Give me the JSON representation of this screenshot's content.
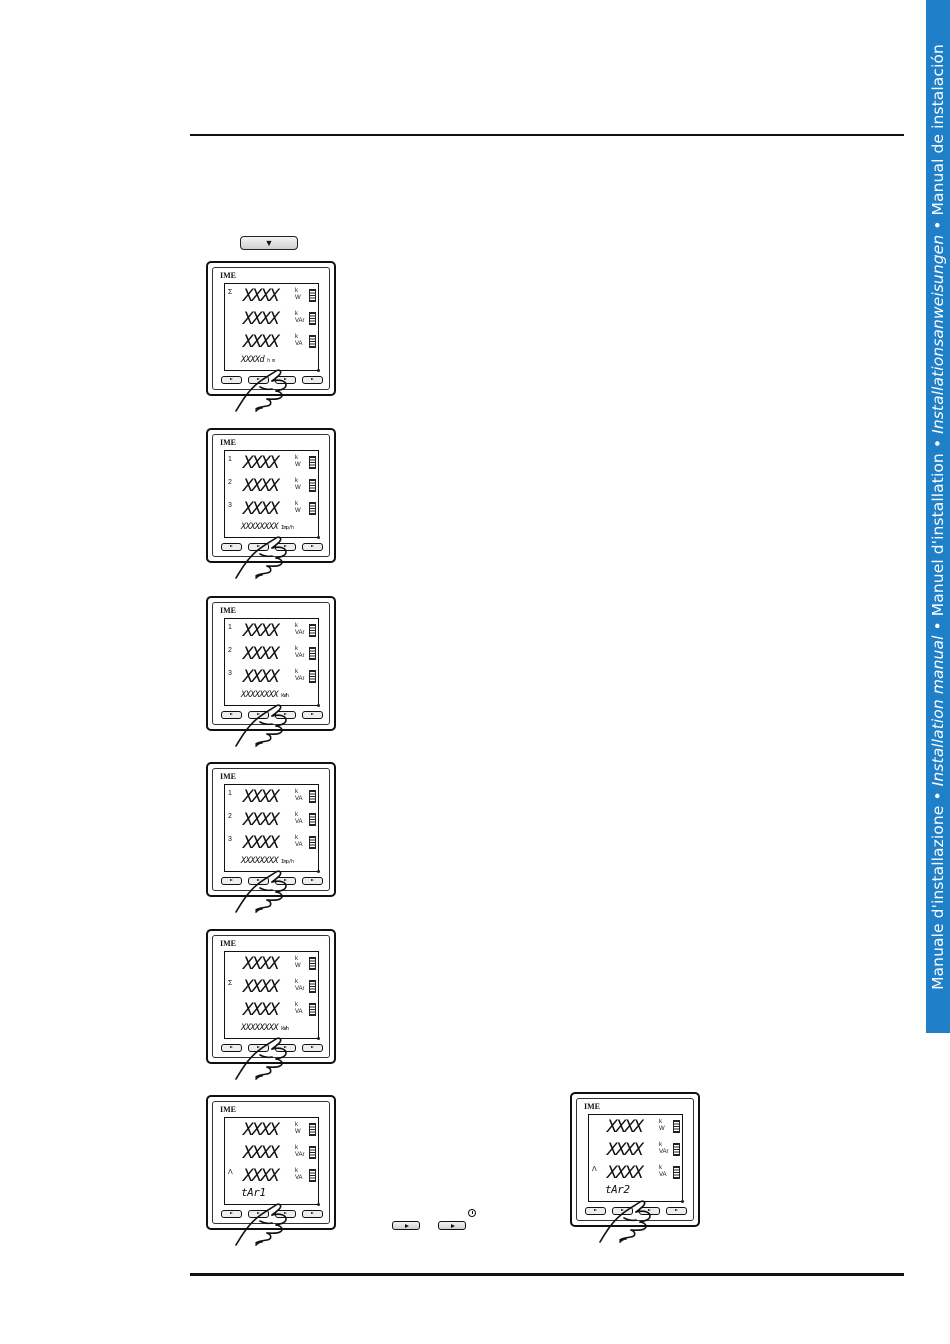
{
  "sidebar": {
    "parts": [
      {
        "text": "Manuale d'installazione • ",
        "italic": false
      },
      {
        "text": "Installation manual",
        "italic": true
      },
      {
        "text": " • Manuel d'installation • ",
        "italic": false
      },
      {
        "text": "Installationsanweisungen",
        "italic": true
      },
      {
        "text": " • Manual de instalación",
        "italic": false
      }
    ]
  },
  "nav_icon": "down-arrow-icon",
  "meters": [
    {
      "brand": "IME",
      "rows": [
        {
          "idx": "Σ",
          "value": "XXXX",
          "unit_top": "k",
          "unit": "W"
        },
        {
          "idx": "",
          "value": "XXXX",
          "unit_top": "k",
          "unit": "VAr"
        },
        {
          "idx": "",
          "value": "XXXX",
          "unit_top": "k",
          "unit": "VA"
        }
      ],
      "bottom": "XXXXd",
      "bottom_sub": "h m"
    },
    {
      "brand": "IME",
      "rows": [
        {
          "idx": "1",
          "value": "XXXX",
          "unit_top": "k",
          "unit": "W"
        },
        {
          "idx": "2",
          "value": "XXXX",
          "unit_top": "k",
          "unit": "W"
        },
        {
          "idx": "3",
          "value": "XXXX",
          "unit_top": "k",
          "unit": "W"
        }
      ],
      "bottom": "XXXXXXXX",
      "bottom_sub": "Imp/h"
    },
    {
      "brand": "IME",
      "rows": [
        {
          "idx": "1",
          "value": "XXXX",
          "unit_top": "k",
          "unit": "VAr"
        },
        {
          "idx": "2",
          "value": "XXXX",
          "unit_top": "k",
          "unit": "VAr"
        },
        {
          "idx": "3",
          "value": "XXXX",
          "unit_top": "k",
          "unit": "VAr"
        }
      ],
      "bottom": "XXXXXXXX",
      "bottom_sub": "kWh"
    },
    {
      "brand": "IME",
      "rows": [
        {
          "idx": "1",
          "value": "XXXX",
          "unit_top": "k",
          "unit": "VA"
        },
        {
          "idx": "2",
          "value": "XXXX",
          "unit_top": "k",
          "unit": "VA"
        },
        {
          "idx": "3",
          "value": "XXXX",
          "unit_top": "k",
          "unit": "VA"
        }
      ],
      "bottom": "XXXXXXXX",
      "bottom_sub": "Imp/h"
    },
    {
      "brand": "IME",
      "rows": [
        {
          "idx": "",
          "value": "XXXX",
          "unit_top": "k",
          "unit": "W"
        },
        {
          "idx": "Σ",
          "value": "XXXX",
          "unit_top": "k",
          "unit": "VAr"
        },
        {
          "idx": "",
          "value": "XXXX",
          "unit_top": "k",
          "unit": "VA"
        }
      ],
      "bottom": "XXXXXXXX",
      "bottom_sub": "kWh"
    },
    {
      "brand": "IME",
      "rows": [
        {
          "idx": "",
          "value": "XXXX",
          "unit_top": "k",
          "unit": "W"
        },
        {
          "idx": "",
          "value": "XXXX",
          "unit_top": "k",
          "unit": "VAr"
        },
        {
          "idx": "Λ",
          "value": "XXXX",
          "unit_top": "k",
          "unit": "VA"
        }
      ],
      "bottom": "tAr1",
      "bottom_sub": ""
    },
    {
      "brand": "IME",
      "rows": [
        {
          "idx": "",
          "value": "XXXX",
          "unit_top": "k",
          "unit": "W"
        },
        {
          "idx": "",
          "value": "XXXX",
          "unit_top": "k",
          "unit": "VAr"
        },
        {
          "idx": "Λ",
          "value": "XXXX",
          "unit_top": "k",
          "unit": "VA"
        }
      ],
      "bottom": "tAr2",
      "bottom_sub": ""
    }
  ],
  "step_icons": [
    "right-arrow-key-icon",
    "enter-key-icon",
    "clock-icon"
  ]
}
